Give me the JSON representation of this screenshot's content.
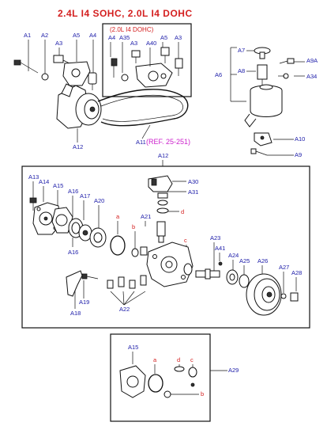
{
  "header": {
    "title": "2.4L I4 SOHC, 2.0L I4 DOHC",
    "inset_title": "(2.0L I4 DOHC)"
  },
  "reference": {
    "text": "(REF. 25-251)"
  },
  "labels": {
    "A1": "A1",
    "A2": "A2",
    "A5": "A5",
    "A4": "A4",
    "A35": "A35",
    "A3": "A3",
    "A40": "A40",
    "A12": "A12",
    "A11": "A11",
    "A7": "A7",
    "A8": "A8",
    "A6": "A6",
    "A9A": "A9A",
    "A34": "A34",
    "A10": "A10",
    "A9": "A9",
    "A13": "A13",
    "A14": "A14",
    "A15": "A15",
    "A16": "A16",
    "A17": "A17",
    "A20": "A20",
    "A30": "A30",
    "A31": "A31",
    "A21": "A21",
    "A23": "A23",
    "A41": "A41",
    "A24": "A24",
    "A25": "A25",
    "A26": "A26",
    "A27": "A27",
    "A28": "A28",
    "A18": "A18",
    "A19": "A19",
    "A22": "A22",
    "A29": "A29"
  },
  "seal_labels": {
    "a": "a",
    "b": "b",
    "c": "c",
    "d": "d"
  },
  "colors": {
    "title": "#d42020",
    "label": "#1a1aa8",
    "reference": "#cc22cc",
    "line": "#111111"
  }
}
